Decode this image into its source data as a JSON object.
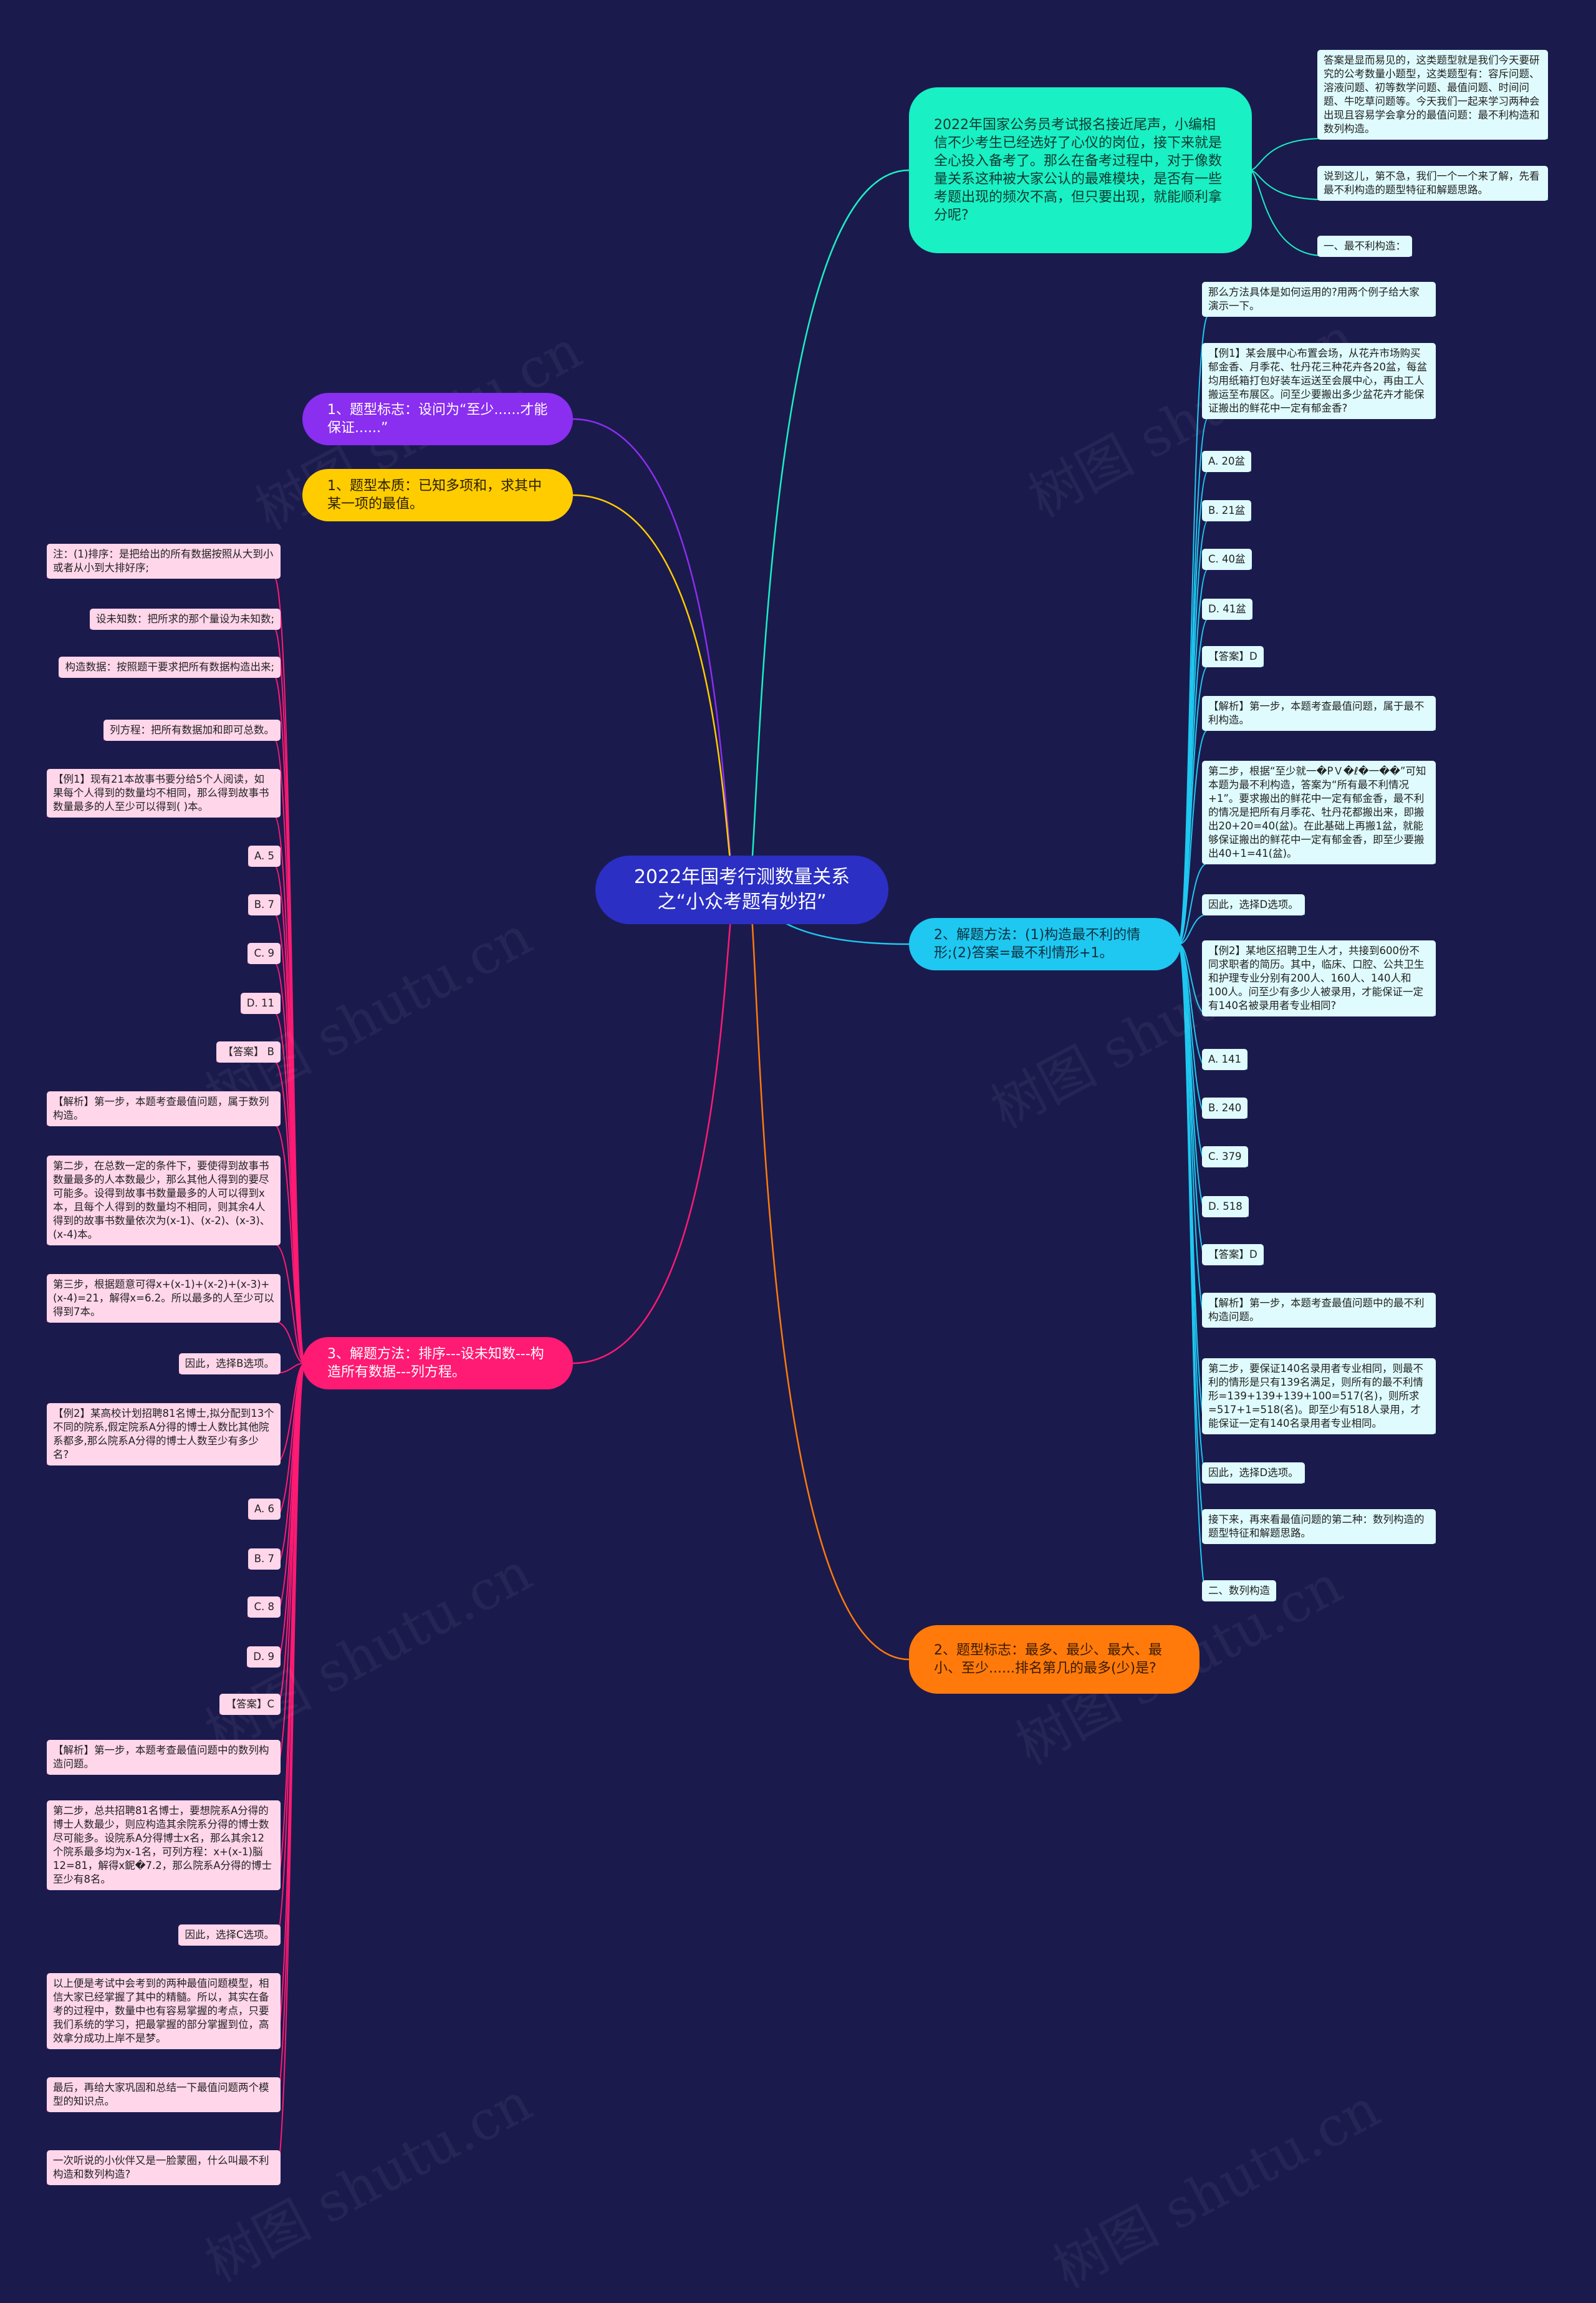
{
  "root": {
    "title": "2022年国考行测数量关系之“小众考题有妙招”"
  },
  "branches": {
    "top_right": {
      "text": "2022年国家公务员考试报名接近尾声，小编相信不少考生已经选好了心仪的岗位，接下来就是全心投入备考了。那么在备考过程中，对于像数量关系这种被大家公认的最难模块，是否有一些考题出现的频次不高，但只要出现，就能顺利拿分呢?"
    },
    "mid_right": {
      "text": "2、解题方法：(1)构造最不利的情形;(2)答案=最不利情形+1。"
    },
    "bottom_right": {
      "text": "2、题型标志：最多、最少、最大、最小、至少......排名第几的最多(少)是?"
    },
    "top_left_1": {
      "text": "1、题型标志：设问为“至少......才能保证......”"
    },
    "top_left_2": {
      "text": "1、题型本质：已知多项和，求其中某一项的最值。"
    },
    "bottom_left": {
      "text": "3、解题方法：排序---设未知数---构造所有数据---列方程。"
    }
  },
  "right_top_leaves": [
    "答案是显而易见的，这类题型就是我们今天要研究的公考数量小题型，这类题型有：容斥问题、溶液问题、初等数学问题、最值问题、时间问题、牛吃草问题等。今天我们一起来学习两种会出现且容易学会拿分的最值问题：最不利构造和数列构造。",
    "说到这儿，第不急，我们一个一个来了解，先看最不利构造的题型特征和解题思路。",
    "一、最不利构造："
  ],
  "right_mid_leaves": [
    "那么方法具体是如何运用的?用两个例子给大家演示一下。",
    "【例1】某会展中心布置会场，从花卉市场购买郁金香、月季花、牡丹花三种花卉各20盆，每盆均用纸箱打包好装车运送至会展中心，再由工人搬运至布展区。问至少要搬出多少盆花卉才能保证搬出的鲜花中一定有郁金香?",
    "A. 20盆",
    "B. 21盆",
    "C. 40盆",
    "D. 41盆",
    "【答案】D",
    "【解析】第一步，本题考查最值问题，属于最不利构造。",
    "第二步，根据“至少就一�PＶ�ℓ�一��”可知本题为最不利构造，答案为“所有最不利情况+1”。要求搬出的鲜花中一定有郁金香，最不利的情况是把所有月季花、牡丹花都搬出来，即搬出20+20=40(盆)。在此基础上再搬1盆，就能够保证搬出的鲜花中一定有郁金香，即至少要搬出40+1=41(盆)。",
    "因此，选择D选项。",
    "【例2】某地区招聘卫生人才，共接到600份不同求职者的简历。其中，临床、口腔、公共卫生和护理专业分别有200人、160人、140人和100人。问至少有多少人被录用，才能保证一定有140名被录用者专业相同?",
    "A. 141",
    "B. 240",
    "C. 379",
    "D. 518",
    "【答案】D",
    "【解析】第一步，本题考查最值问题中的最不利构造问题。",
    "第二步，要保证140名录用者专业相同，则最不利的情形是只有139名满足，则所有的最不利情形=139+139+139+100=517(名)，则所求=517+1=518(名)。即至少有518人录用，才能保证一定有140名录用者专业相同。",
    "因此，选择D选项。",
    "接下来，再来看最值问题的第二种：数列构造的题型特征和解题思路。",
    "二、数列构造"
  ],
  "left_leaves": [
    "注：(1)排序：是把给出的所有数据按照从大到小或者从小到大排好序;",
    "设未知数：把所求的那个量设为未知数;",
    "构造数据：按照题干要求把所有数据构造出来;",
    "列方程：把所有数据加和即可总数。",
    "【例1】现有21本故事书要分给5个人阅读，如果每个人得到的数量均不相同，那么得到故事书数量最多的人至少可以得到(  )本。",
    "A. 5",
    "B. 7",
    "C. 9",
    "D. 11",
    "【答案】 B",
    "【解析】第一步，本题考查最值问题，属于数列构造。",
    "第二步，在总数一定的条件下，要使得到故事书数量最多的人本数最少，那么其他人得到的要尽可能多。设得到故事书数量最多的人可以得到x本，且每个人得到的数量均不相同，则其余4人得到的故事书数量依次为(x-1)、(x-2)、(x-3)、(x-4)本。",
    "第三步，根据题意可得x+(x-1)+(x-2)+(x-3)+(x-4)=21，解得x=6.2。所以最多的人至少可以得到7本。",
    "因此，选择B选项。",
    "【例2】某高校计划招聘81名博士,拟分配到13个不同的院系,假定院系A分得的博士人数比其他院系都多,那么院系A分得的博士人数至少有多少名?",
    "A. 6",
    "B. 7",
    "C. 8",
    "D. 9",
    "【答案】C",
    "【解析】第一步，本题考查最值问题中的数列构造问题。",
    "第二步，总共招聘81名博士，要想院系A分得的博士人数最少，则应构造其余院系分得的博士数尽可能多。设院系A分得博士x名，那么其余12个院系最多均为x-1名，可列方程：x+(x-1)脳12=81，解得x鈮�7.2，那么院系A分得的博士至少有8名。",
    "因此，选择C选项。",
    "以上便是考试中会考到的两种最值问题模型，相信大家已经掌握了其中的精髓。所以，其实在备考的过程中，数量中也有容易掌握的考点，只要我们系统的学习，把最掌握的部分掌握到位，高效拿分成功上岸不是梦。",
    "最后，再给大家巩固和总结一下最值问题两个模型的知识点。",
    "一次听说的小伙伴又是一脸蒙圈，什么叫最不利构造和数列构造?"
  ],
  "watermark": {
    "text": "树图 shutu.cn"
  },
  "colors": {
    "background": "#1b1a4d",
    "root": "#2b2fc4",
    "top_right": "#19f0c4",
    "mid_right": "#1ec8f0",
    "bottom_right": "#ff7a0a",
    "top_left_1": "#8a2ef0",
    "top_left_2": "#ffcc00",
    "bottom_left": "#ff1a73",
    "leaf_cyan": "#dffbfd",
    "leaf_pink": "#ffd6ea"
  }
}
